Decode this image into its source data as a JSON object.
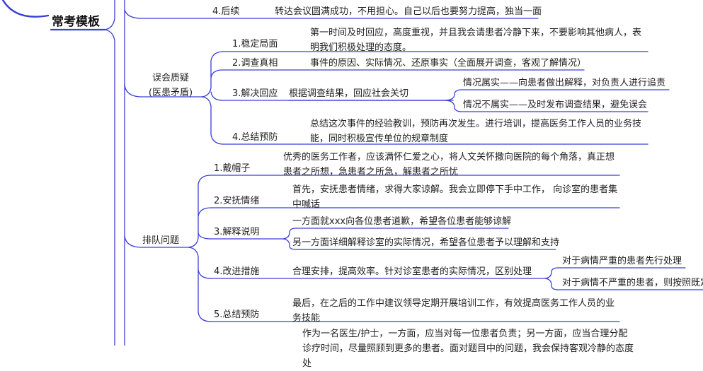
{
  "root": "常考模板",
  "top_partial": {
    "label": "4.后续",
    "text": "转达会议圆满成功，不用担心。自己以后也要努力提高，独当一面"
  },
  "branch1": {
    "title_line1": "误会质疑",
    "title_line2": "(医患矛盾)",
    "items": [
      {
        "label": "1.稳定局面",
        "text": "第一时间及时回应，高度重视，并且我会请患者冷静下来，不要影响其他病人，表明我们积极处理的态度。"
      },
      {
        "label": "2.调查真相",
        "text": "事件的原因、实际情况、还原事实（全面展开调查，客观了解情况）"
      },
      {
        "label": "3.解决回应",
        "text": "根据调查结果，回应社会关切",
        "children": [
          "情况属实——向患者做出解释，对负责人进行追责",
          "情况不属实——及时发布调查结果，避免误会"
        ]
      },
      {
        "label": "4.总结预防",
        "text": "总结这次事件的经验教训，预防再次发生。进行培训，提高医务工作人员的业务技能，同时积极宣传单位的规章制度"
      }
    ]
  },
  "branch2": {
    "title": "排队问题",
    "items": [
      {
        "label": "1.戴帽子",
        "text": "优秀的医务工作者，应该满怀仁爱之心，将人文关怀撒向医院的每个角落，真正想患者之所想，急患者之所急，解患者之所忧"
      },
      {
        "label": "2.安抚情绪",
        "text": "首先，安抚患者情绪，求得大家谅解。我会立即停下手中工作， 向诊室的患者集中喊话"
      },
      {
        "label": "3.解释说明",
        "children": [
          "一方面就xxx向各位患者道歉，希望各位患者能够谅解",
          "另一方面详细解释诊室的实际情况，希望各位患者予以理解和支持"
        ]
      },
      {
        "label": "4.改进措施",
        "text": "合理安排，提高效率。针对诊室患者的实际情况，区别处理",
        "children": [
          "对于病情严重的患者先行处理",
          "对于病情不严重的患者，则按照既定"
        ]
      },
      {
        "label": "5.总结预防",
        "text": "最后，在之后的工作中建议领导定期开展培训工作，有效提高医务工作人员的业务技能"
      }
    ]
  },
  "bottom_partial": {
    "text": "作为一名医生/护士，一方面，应当对每一位患者负责；另一方面，应当合理分配诊疗时间，尽量照顾到更多的患者。面对题目中的问题，我会保持客观冷静的态度处"
  },
  "colors": {
    "line": "#3a3fd6",
    "text": "#222222"
  }
}
